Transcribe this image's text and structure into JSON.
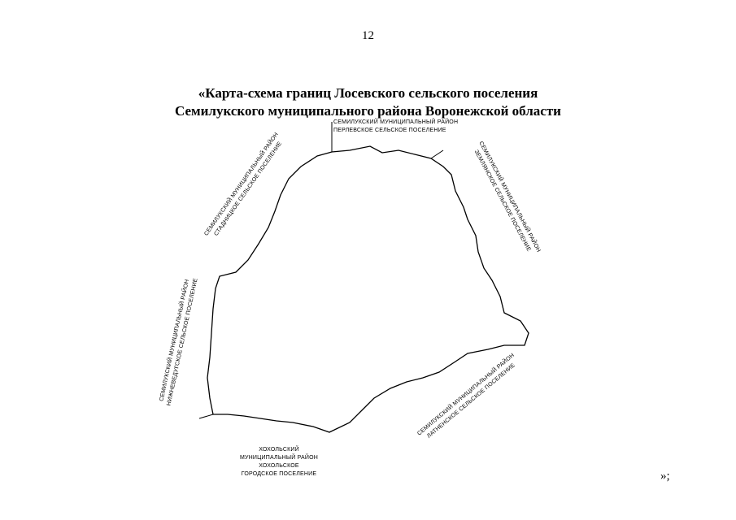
{
  "page_number": "12",
  "title": {
    "line1": "«Карта-схема границ Лосевского сельского поселения",
    "line2": "Семилукского муниципального района Воронежской области"
  },
  "neighbors": {
    "top": {
      "line1": "СЕМИЛУКСКИЙ МУНИЦИПАЛЬНЫЙ РАЙОН",
      "line2": "ПЕРЛЕВСКОЕ СЕЛЬСКОЕ ПОСЕЛЕНИЕ"
    },
    "top_left": {
      "line1": "СЕМИЛУКСКИЙ МУНИЦИПАЛЬНЫЙ РАЙОН",
      "line2": "СТАДНИЦКОЕ СЕЛЬСКОЕ ПОСЕЛЕНИЕ"
    },
    "left": {
      "line1": "СЕМИЛУКСКИЙ МУНИЦИПАЛЬНЫЙ РАЙОН",
      "line2": "НИЖНЕВЕДУГСКОЕ СЕЛЬСКОЕ ПОСЕЛЕНИЕ"
    },
    "top_right": {
      "line1": "СЕМИЛУКСКИЙ МУНИЦИПАЛЬНЫЙ РАЙОН",
      "line2": "ЗЕМЛЯНСКОЕ СЕЛЬСКОЕ ПОСЕЛЕНИЕ"
    },
    "bottom_right": {
      "line1": "СЕМИЛУКСКИЙ МУНИЦИПАЛЬНЫЙ РАЙОН",
      "line2": "ЛАТНЕНСКОЕ СЕЛЬСКОЕ ПОСЕЛЕНИЕ"
    },
    "bottom": {
      "line1": "ХОХОЛЬСКИЙ",
      "line2": "МУНИЦИПАЛЬНЫЙ РАЙОН",
      "line3": "ХОХОЛЬСКОЕ",
      "line4": "ГОРОДСКОЕ ПОСЕЛЕНИЕ"
    }
  },
  "closing": "»;"
}
